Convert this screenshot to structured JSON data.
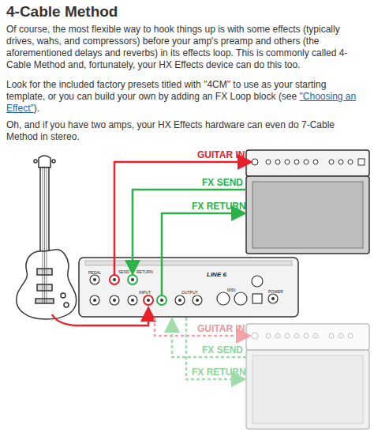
{
  "diagram": {
    "title": "4-Cable Method",
    "labels": [
      "Of course, the most flexible way to hook things up is with some effects (typically drives, wahs, and compressors) before your amp's preamp and others (the aforementioned delays and reverbs) in its effects loop. This is commonly called 4-Cable Method and, fortunately, your HX Effects device can do this too.",
      "Look for the included factory presets titled with \"4CM\" to use as your starting template, or you can build your own by adding an FX Loop block (see ",
      "\"Choosing an Effect\"",
      ").",
      "Oh, and if you have two amps, your HX Effects hardware can even do 7-Cable Method in stereo.",
      "GUITAR IN",
      "FX SEND",
      "FX RETURN",
      "GUITAR IN",
      "FX SEND",
      "FX RETURN",
      "PEDAL",
      "SEND",
      "RETURN",
      "INPUT",
      "OUTPUT",
      "MIDI",
      "POWER",
      "LINE 6"
    ]
  }
}
